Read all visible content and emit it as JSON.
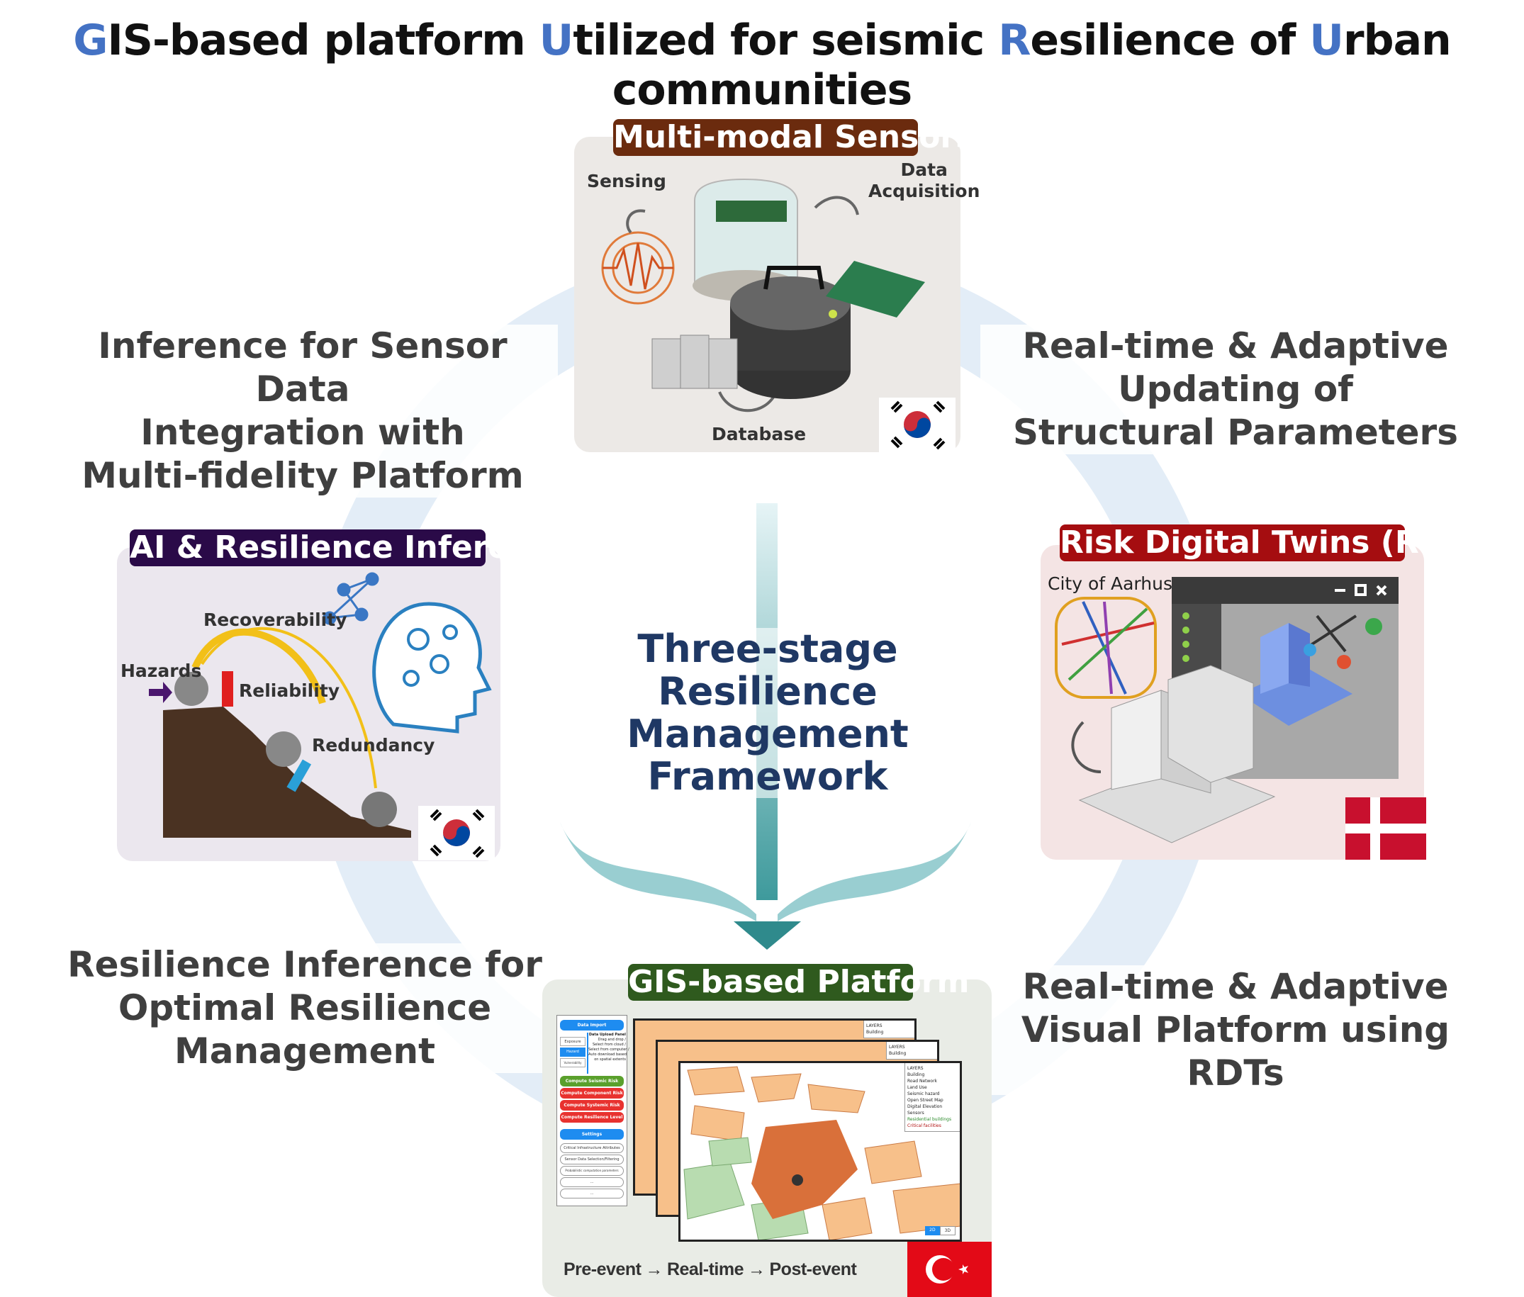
{
  "title": {
    "parts": [
      {
        "text": "G",
        "accent": true
      },
      {
        "text": "IS-based platform ",
        "accent": false
      },
      {
        "text": "U",
        "accent": true
      },
      {
        "text": "tilized for seismic ",
        "accent": false
      },
      {
        "text": "R",
        "accent": true
      },
      {
        "text": "esilience of ",
        "accent": false
      },
      {
        "text": "U",
        "accent": true
      },
      {
        "text": "rban communities",
        "accent": false
      }
    ],
    "accent_color": "#4472c4"
  },
  "center": {
    "lines": [
      "Three-stage",
      "Resilience Management",
      "Framework"
    ]
  },
  "side_texts": {
    "top_left": [
      "Inference for Sensor Data",
      "Integration with",
      "Multi-fidelity Platform"
    ],
    "top_right": [
      "Real-time & Adaptive",
      "Updating of",
      "Structural Parameters"
    ],
    "bottom_left": [
      "Resilience Inference for",
      "Optimal Resilience",
      "Management"
    ],
    "bottom_right": [
      "Real-time & Adaptive",
      "Visual Platform using RDTs"
    ]
  },
  "sensors": {
    "label": "Multi-modal Sensors",
    "color": "#6b2b0e",
    "sensing": "Sensing",
    "acquisition": [
      "Data",
      "Acquisition"
    ],
    "database": "Database",
    "flag": "korea"
  },
  "ai": {
    "label": "AI & Resilience Inference",
    "color": "#2a0a48",
    "recoverability": "Recoverability",
    "hazards": "Hazards",
    "reliability": "Reliability",
    "redundancy": "Redundancy",
    "flag": "korea"
  },
  "rdt": {
    "label": "Risk Digital Twins (RDTs)",
    "color": "#a50d10",
    "city": "City of Aarhus",
    "flag": "denmark"
  },
  "gis": {
    "label": "GIS-based Platform",
    "color": "#2f5a1e",
    "timeline": [
      "Pre-event",
      "Real-time",
      "Post-event"
    ],
    "arrow": "→",
    "flag": "turkey",
    "ui": {
      "data_import": "Data Import",
      "upload_panel": "Data Upload Panel",
      "upload_lines": [
        "Drag and drop /",
        "Select from cloud /",
        "Select from computer /",
        "Auto download based",
        "on spatial extents"
      ],
      "tabs": [
        "Exposure",
        "Hazard",
        "Vulnerability"
      ],
      "compute": [
        {
          "label": "Compute Seismic Risk",
          "color": "#5aa02c"
        },
        {
          "label": "Compute Component Risk",
          "color": "#e8322f"
        },
        {
          "label": "Compute Systemic Risk",
          "color": "#e8322f"
        },
        {
          "label": "Compute Resilience Level",
          "color": "#e8322f"
        }
      ],
      "settings": "Settings",
      "options": [
        "Critical Infrastructure Attributes",
        "Sensor Data Selection/Filtering",
        "Probabilistic computation parameters",
        "...",
        "..."
      ],
      "layers_title": "LAYERS",
      "layers": [
        "Building",
        "Road Network",
        "Land Use",
        "Seismic hazard",
        "Open Street Map",
        "Digital Elevation",
        "Sensors"
      ],
      "legend": [
        "Residential buildings",
        "Critical facilities"
      ],
      "view": [
        "2D",
        "3D"
      ]
    }
  }
}
